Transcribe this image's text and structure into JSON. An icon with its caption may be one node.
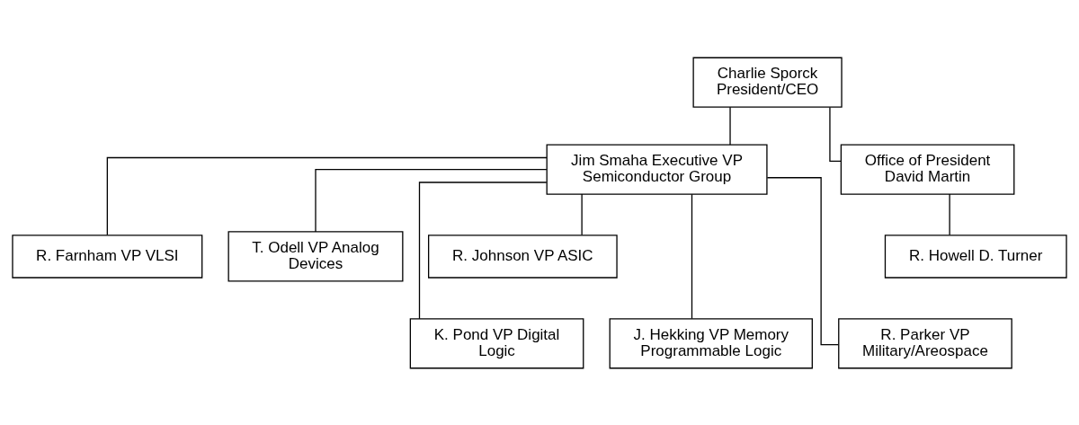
{
  "diagram": {
    "nodes": [
      {
        "text": [
          "Charlie Sporck President/CEO"
        ]
      },
      {
        "text": [
          "Jim Smaha Executive VP Semiconductor Group"
        ]
      },
      {
        "text": [
          "Office of President",
          "David Martin"
        ]
      },
      {
        "text": [
          "R. Farnham VP VLSI"
        ]
      },
      {
        "text": [
          "T. Odell VP Analog Devices"
        ]
      },
      {
        "text": [
          "R. Johnson VP ASIC"
        ]
      },
      {
        "text": [
          "R. Howell D. Turner"
        ]
      },
      {
        "text": [
          "K. Pond VP Digital Logic"
        ]
      },
      {
        "text": [
          "J. Hekking VP Memory Programmable Logic"
        ]
      },
      {
        "text": [
          "R. Parker VP Military/Areospace"
        ]
      }
    ],
    "edges": [
      {
        "from": 0,
        "to": 1,
        "arrow": "none"
      },
      {
        "from": 0,
        "to": 2,
        "arrow": "none"
      },
      {
        "from": 1,
        "to": 3,
        "arrow": "none"
      },
      {
        "from": 1,
        "to": 7,
        "arrow": "none"
      },
      {
        "from": 1,
        "to": 4,
        "arrow": "none"
      },
      {
        "from": 1,
        "to": 8,
        "arrow": "none"
      },
      {
        "from": 1,
        "to": 5,
        "arrow": "none"
      },
      {
        "from": 1,
        "to": 9,
        "arrow": "none"
      },
      {
        "from": 2,
        "to": 6,
        "arrow": "none"
      }
    ]
  }
}
